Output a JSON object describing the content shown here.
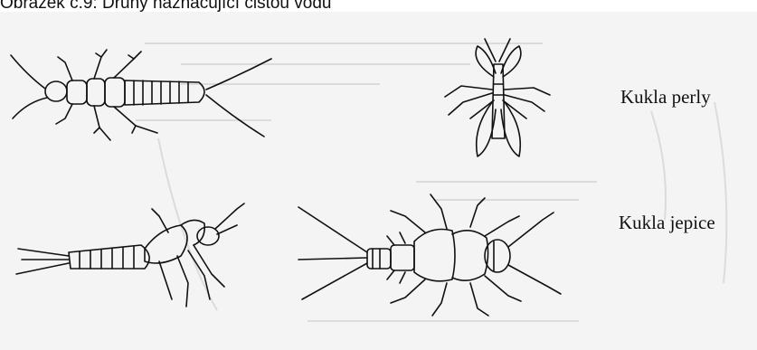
{
  "document": {
    "caption": "Obrázek č.9: Druhy naznačující čistou vodu"
  },
  "figure": {
    "labels": {
      "stonefly": "Kukla perly",
      "mayfly": "Kukla jepice"
    }
  },
  "colors": {
    "ink": "#111111",
    "paper": "#ffffff",
    "paper_tint": "#f4f4f4",
    "ghost_text": "#c8c8c8"
  }
}
